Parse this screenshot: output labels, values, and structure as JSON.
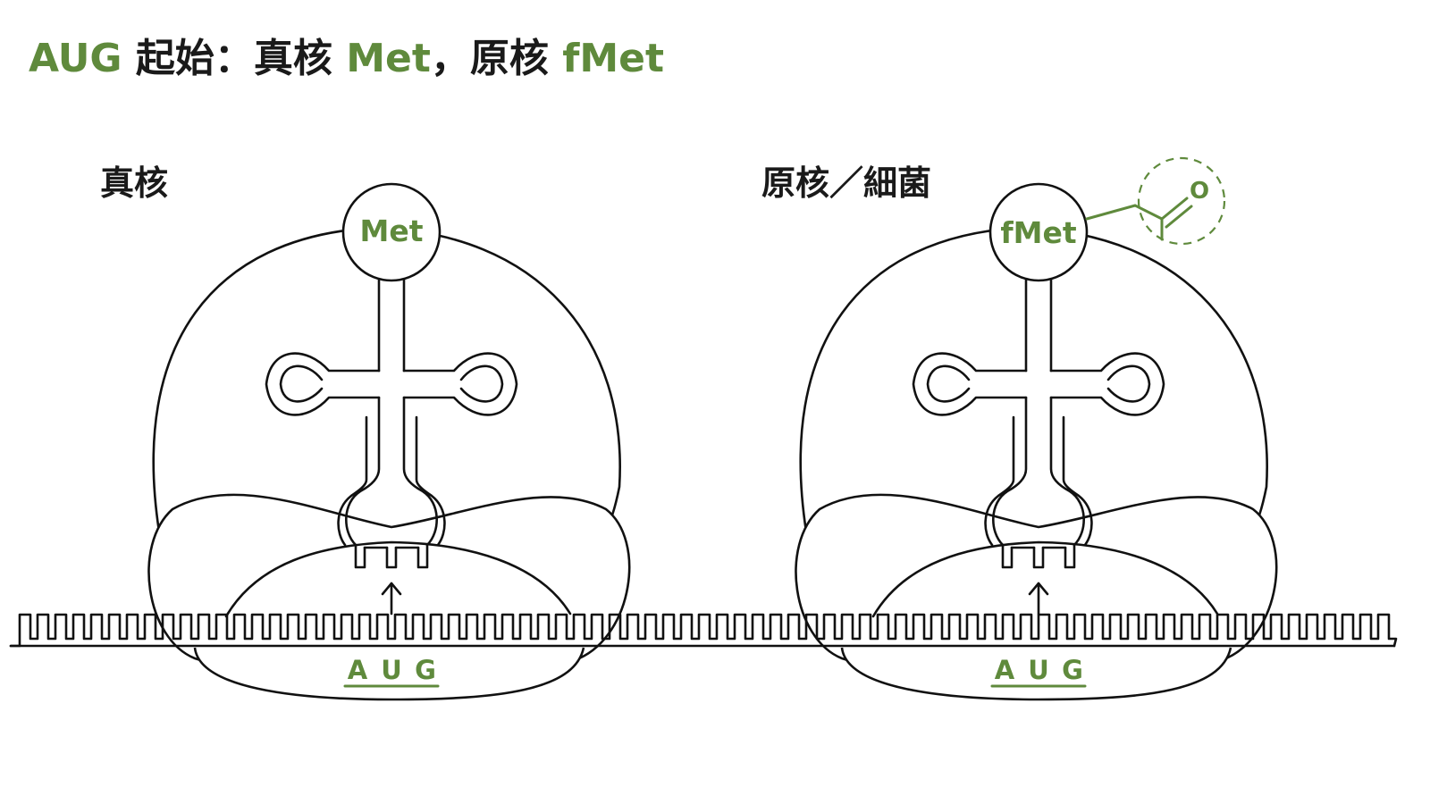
{
  "title": {
    "part1": "AUG",
    "part2": " 起始：真核 ",
    "part3": "Met",
    "part4": "，原核 ",
    "part5": "fMet",
    "accent_color": "#5f8a3c",
    "text_color": "#1a1a1a"
  },
  "panels": [
    {
      "label": "真核",
      "amino_acid": "Met",
      "codon": [
        "A",
        "U",
        "G"
      ],
      "formyl_group": false
    },
    {
      "label": "原核／細菌",
      "amino_acid": "fMet",
      "codon": [
        "A",
        "U",
        "G"
      ],
      "formyl_group": true,
      "formyl_atom": "O"
    }
  ]
}
